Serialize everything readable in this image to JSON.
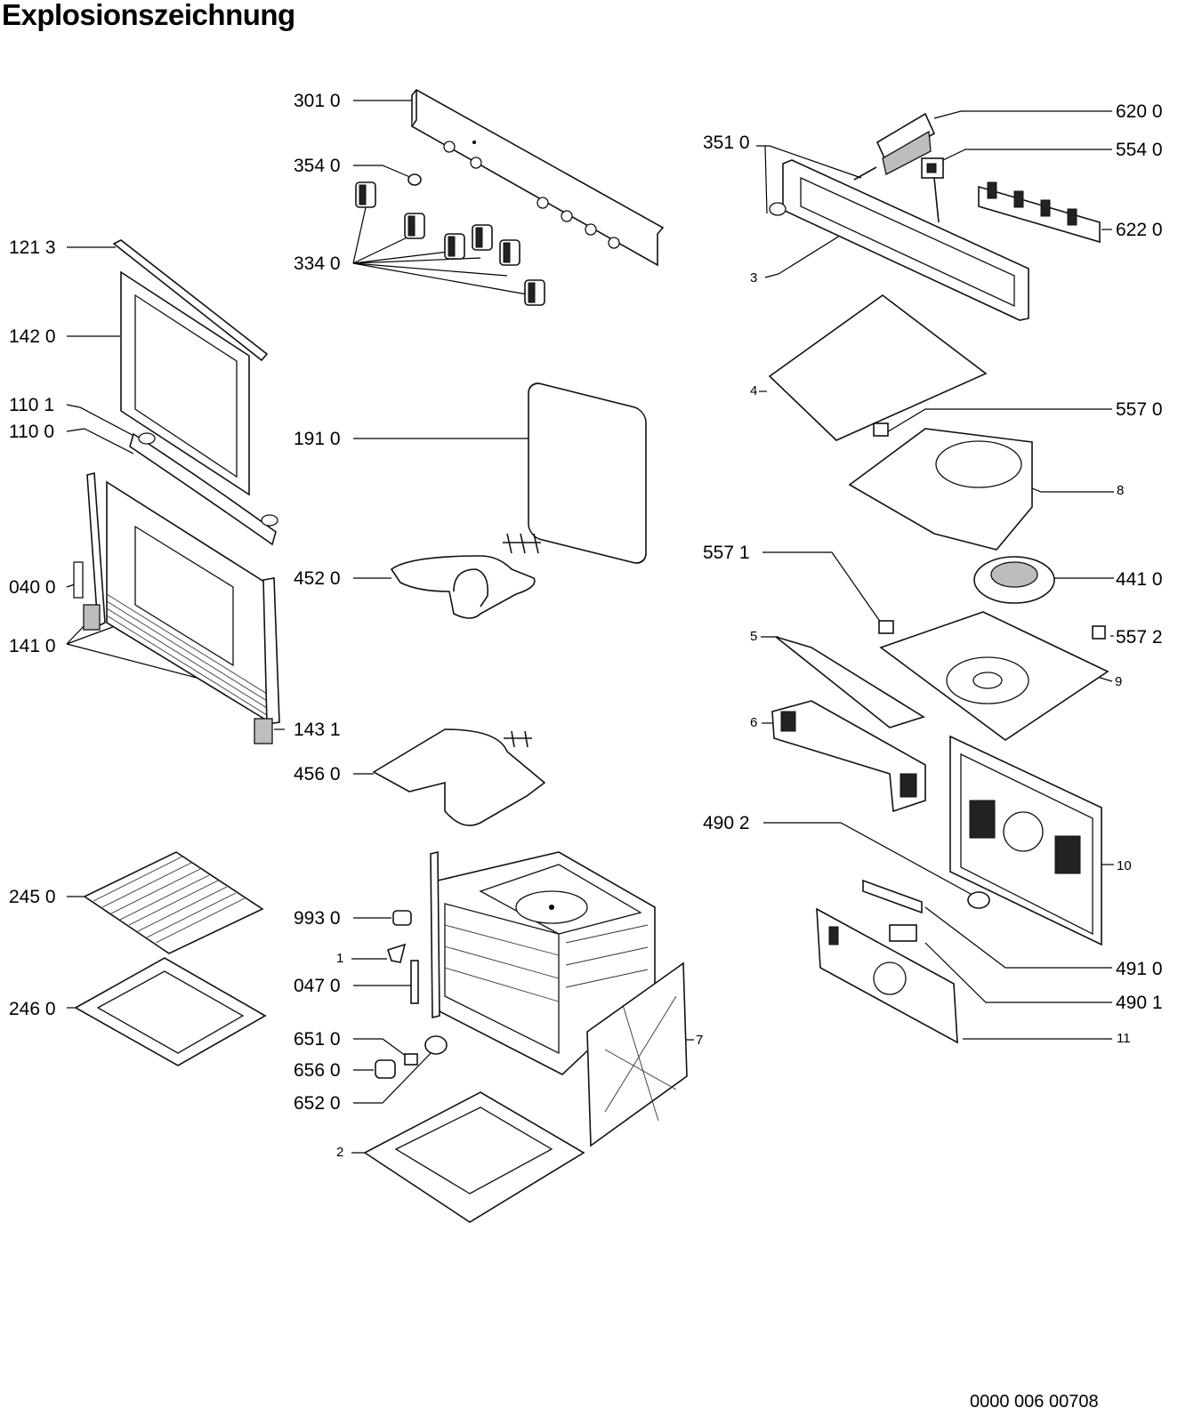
{
  "title": "Explosionszeichnung",
  "doc_number": "0000 006 00708",
  "labels": {
    "l3013": "301 0",
    "l3540": "354 0",
    "l3340": "334 0",
    "l1213": "121 3",
    "l1420": "142 0",
    "l1101": "110 1",
    "l1100": "110 0",
    "l1910": "191 0",
    "l0400": "040 0",
    "l4520": "452 0",
    "l1410": "141 0",
    "l1431": "143 1",
    "l4560": "456 0",
    "l2450": "245 0",
    "l9930": "993 0",
    "l1": "1",
    "l0470": "047 0",
    "l2460": "246 0",
    "l6510": "651 0",
    "l6560": "656 0",
    "l6520": "652 0",
    "l2": "2",
    "l6200": "620 0",
    "l3510": "351 0",
    "l5540": "554 0",
    "l6220": "622 0",
    "l3": "3",
    "l4": "4",
    "l5570": "557 0",
    "l8": "8",
    "l5571": "557 1",
    "l4410": "441 0",
    "l5572": "557 2",
    "l5": "5",
    "l9": "9",
    "l6": "6",
    "l4902": "490 2",
    "l10": "10",
    "l4910": "491 0",
    "l4901": "490 1",
    "l11": "11",
    "l7": "7"
  }
}
